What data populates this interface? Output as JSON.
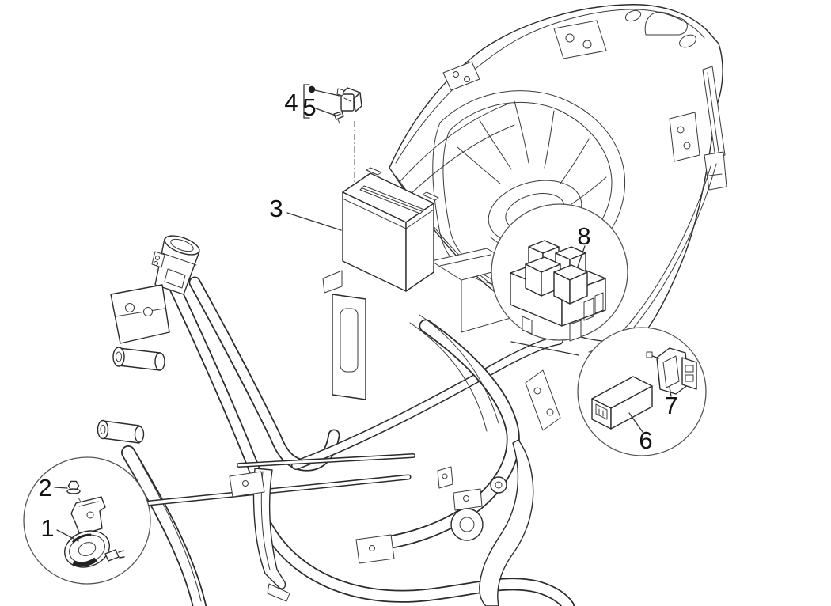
{
  "diagram": {
    "background_color": "#ffffff",
    "line_color": "#2b2b2b",
    "callout_color": "#111111",
    "callouts": {
      "c1": "1",
      "c2": "2",
      "c3": "3",
      "c4": "4",
      "c5": "5",
      "c6": "6",
      "c7": "7",
      "c8": "8"
    }
  }
}
